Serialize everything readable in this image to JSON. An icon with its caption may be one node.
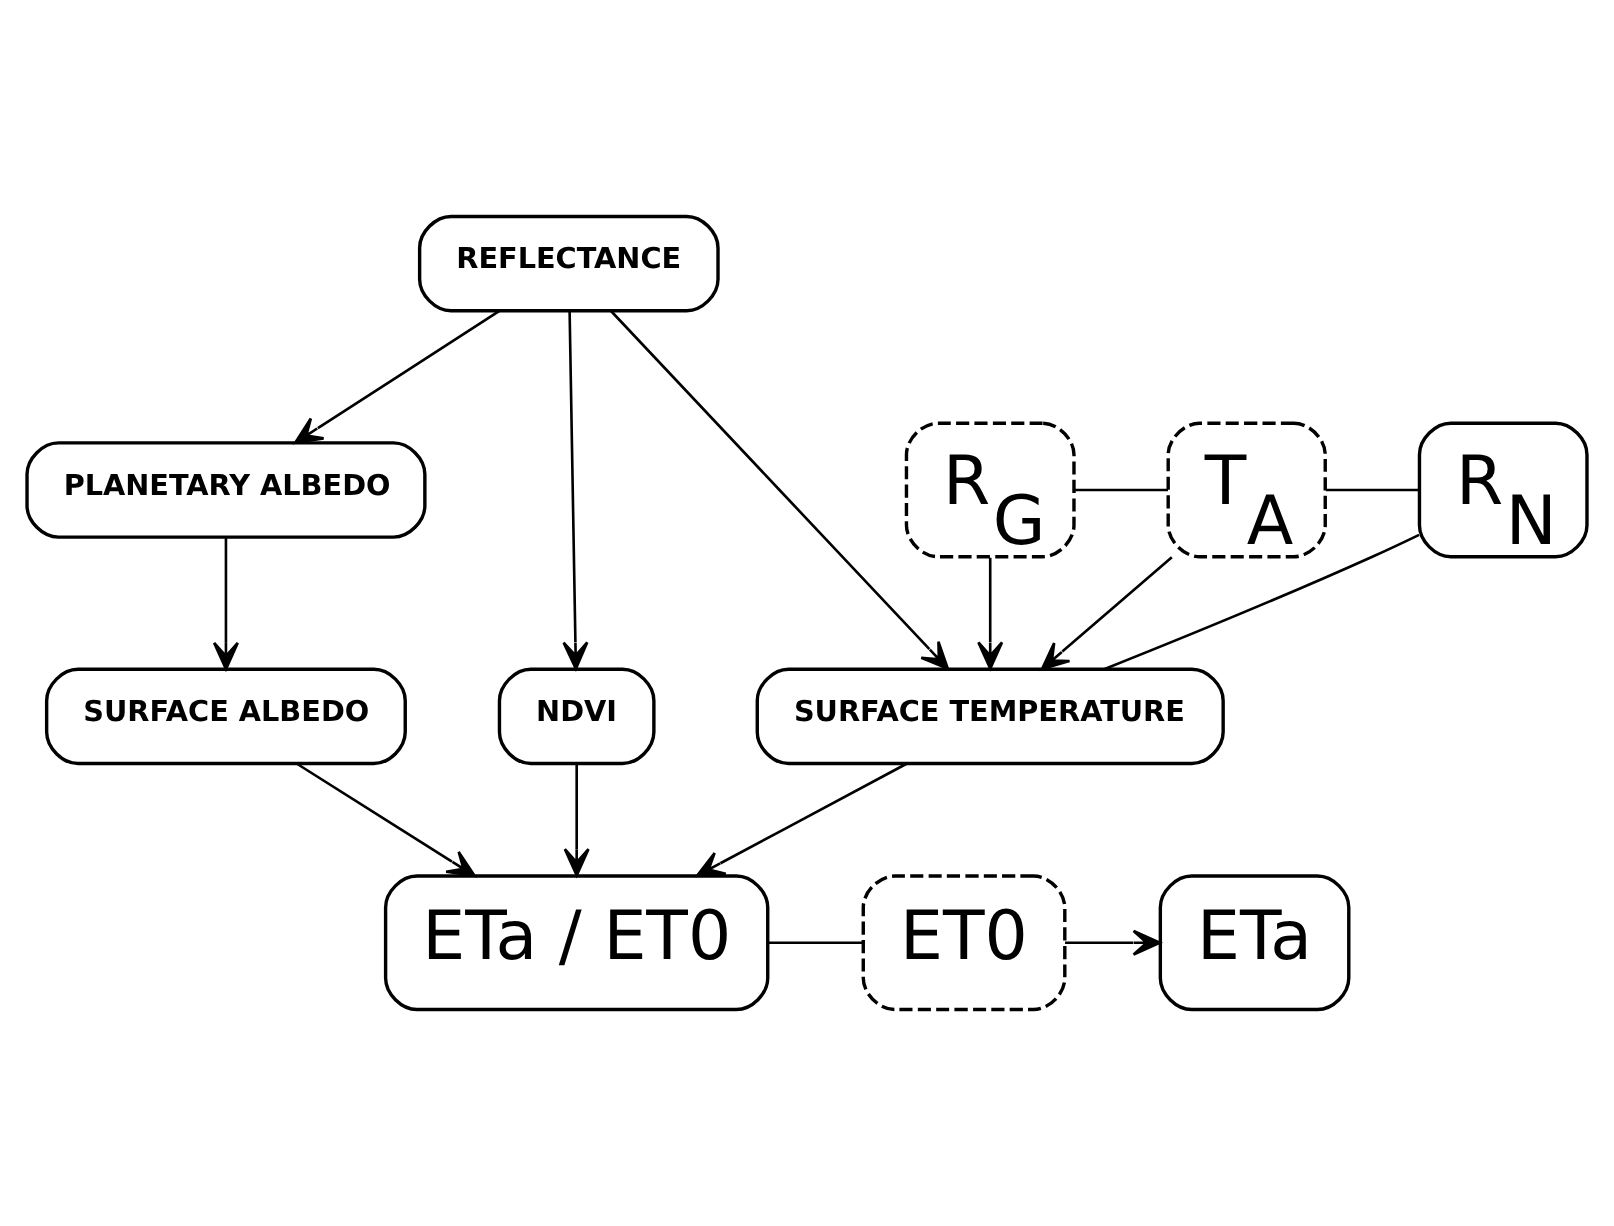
{
  "diagram": {
    "nodes": [
      {
        "text": [
          "REFLECTANCE"
        ]
      },
      {
        "text": [
          "PLANETARY ALBEDO"
        ]
      },
      {
        "text": [
          "NDVI"
        ]
      },
      {
        "text": [
          "SURFACE ALBEDO"
        ]
      },
      {
        "text": [
          "SURFACE TEMPERATURE"
        ]
      },
      {
        "text": [
          "R$_{G}$"
        ]
      },
      {
        "text": [
          "T$_{A}$"
        ]
      },
      {
        "text": [
          "R$_{N}$"
        ]
      },
      {
        "text": [
          "ETa / ET0"
        ]
      },
      {
        "text": [
          "ET0"
        ]
      },
      {
        "text": [
          "ETa"
        ]
      }
    ],
    "edges": [
      {
        "from": 0,
        "to": 2,
        "arrow": "to"
      },
      {
        "from": 0,
        "to": 1,
        "arrow": "to"
      },
      {
        "from": 0,
        "to": 4,
        "arrow": "to"
      },
      {
        "from": 1,
        "to": 3,
        "arrow": "to"
      },
      {
        "from": 5,
        "to": 6,
        "arrow": "none"
      },
      {
        "from": 6,
        "to": 7,
        "arrow": "none"
      },
      {
        "from": 5,
        "to": 4,
        "arrow": "to"
      },
      {
        "from": 6,
        "to": 4,
        "arrow": "to"
      },
      {
        "from": 7,
        "to": 4,
        "arrow": "none"
      },
      {
        "from": 2,
        "to": 8,
        "arrow": "to"
      },
      {
        "from": 3,
        "to": 8,
        "arrow": "to"
      },
      {
        "from": 4,
        "to": 8,
        "arrow": "to"
      },
      {
        "from": 8,
        "to": 9,
        "arrow": "none"
      },
      {
        "from": 9,
        "to": 10,
        "arrow": "to"
      }
    ]
  }
}
